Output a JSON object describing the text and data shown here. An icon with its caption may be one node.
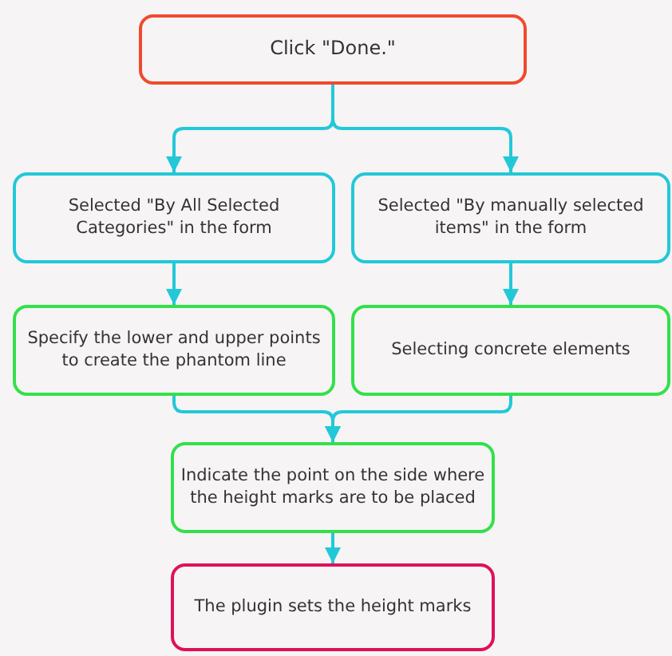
{
  "diagram": {
    "nodes": [
      {
        "text": [
          "Click \"Done.\""
        ]
      },
      {
        "text": [
          "Selected \"By All Selected Categories\" in the form"
        ]
      },
      {
        "text": [
          "Selected \"By manually selected items\" in the form"
        ]
      },
      {
        "text": [
          "Specify the lower and upper points to create the phantom line"
        ]
      },
      {
        "text": [
          "Selecting concrete elements"
        ]
      },
      {
        "text": [
          "Indicate the point on the side where the height marks are to be placed"
        ]
      },
      {
        "text": [
          "The plugin sets the height marks"
        ]
      }
    ],
    "edges": [
      {
        "from": 0,
        "to": 1,
        "arrow": "to"
      },
      {
        "from": 0,
        "to": 2,
        "arrow": "to"
      },
      {
        "from": 1,
        "to": 3,
        "arrow": "to"
      },
      {
        "from": 2,
        "to": 4,
        "arrow": "to"
      },
      {
        "from": 3,
        "to": 5,
        "arrow": "to"
      },
      {
        "from": 4,
        "to": 5,
        "arrow": "to"
      },
      {
        "from": 5,
        "to": 6,
        "arrow": "to"
      }
    ]
  }
}
